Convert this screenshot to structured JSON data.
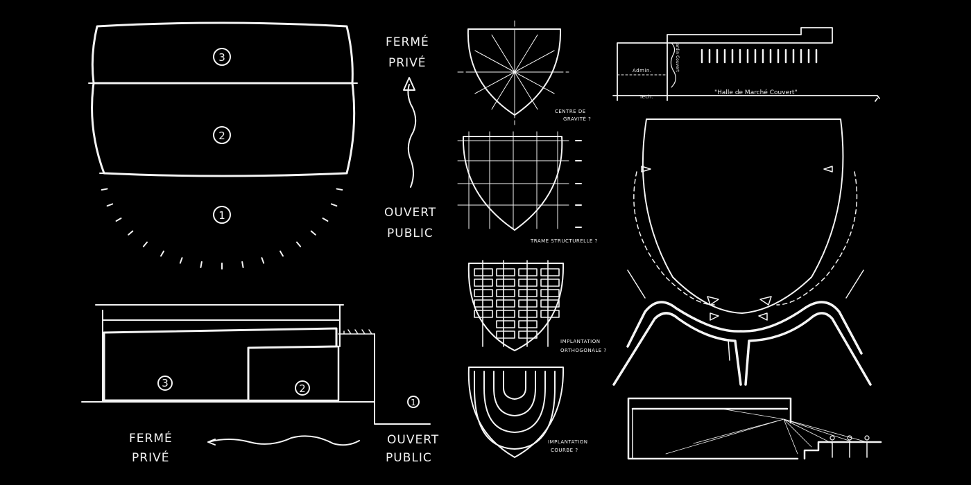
{
  "sketch": {
    "top_left": {
      "zone_labels": [
        "3",
        "2",
        "1"
      ],
      "arrow_top": [
        "FERMÉ",
        "PRIVÉ"
      ],
      "arrow_bottom": [
        "OUVERT",
        "PUBLIC"
      ]
    },
    "bottom_left": {
      "zone_labels": [
        "3",
        "2",
        "1"
      ],
      "left_label": [
        "FERMÉ",
        "PRIVÉ"
      ],
      "right_label": [
        "OUVERT",
        "PUBLIC"
      ]
    },
    "studies": {
      "note_1": [
        "CENTRE DE",
        "GRAVITÉ ?"
      ],
      "note_2": "TRAME STRUCTURELLE ?",
      "note_3": [
        "IMPLANTATION",
        "ORTHOGONALE ?"
      ],
      "note_4": [
        "IMPLANTATION",
        "COURBE ?"
      ]
    },
    "section_top": {
      "labels": [
        "Admin.",
        "Tech.",
        "\"Halle de Marché Couvert\"",
        "Jardin Couvert"
      ]
    }
  },
  "colors": {
    "background": "#000000",
    "stroke": "#f4f4f4"
  }
}
